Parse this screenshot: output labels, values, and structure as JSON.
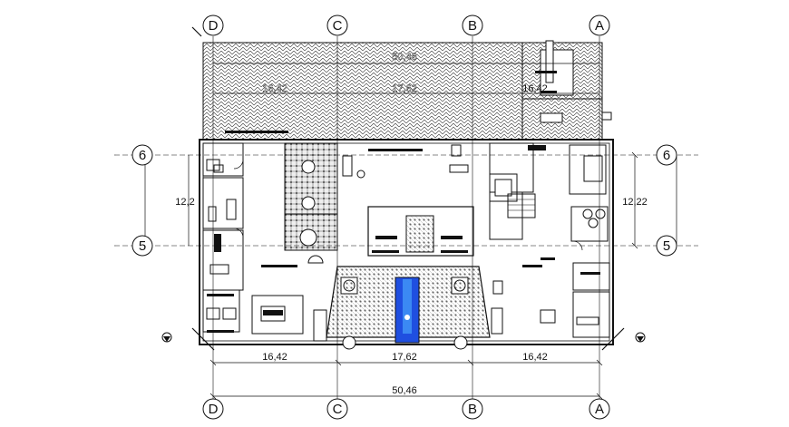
{
  "grid_columns": [
    {
      "id": "col-d",
      "label": "D"
    },
    {
      "id": "col-c",
      "label": "C"
    },
    {
      "id": "col-b",
      "label": "B"
    },
    {
      "id": "col-a",
      "label": "A"
    }
  ],
  "grid_rows": [
    {
      "id": "row-6",
      "label": "6"
    },
    {
      "id": "row-5",
      "label": "5"
    }
  ],
  "dimensions": {
    "bottom_segments": [
      "16,42",
      "17,62",
      "16,42"
    ],
    "bottom_total": "50,46",
    "top_segments": [
      "16,42",
      "17,62",
      "16,42"
    ],
    "top_total": "50,46",
    "left_height": "12,2",
    "right_height": "12,22"
  },
  "colors": {
    "line": "#111111",
    "pool": "#1f4fe0",
    "pool_highlight": "#4fb0ff"
  }
}
